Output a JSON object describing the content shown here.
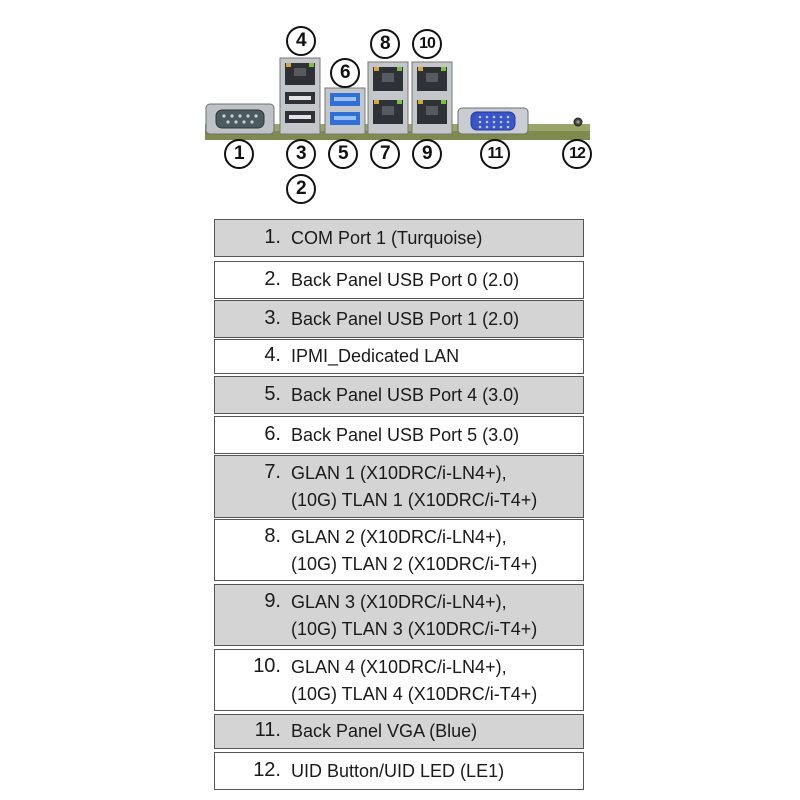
{
  "callouts": [
    "1",
    "2",
    "3",
    "4",
    "5",
    "6",
    "7",
    "8",
    "9",
    "10",
    "11",
    "12"
  ],
  "legend": [
    {
      "num": "1.",
      "lines": [
        "COM Port 1 (Turquoise)"
      ]
    },
    {
      "num": "2.",
      "lines": [
        "Back Panel USB Port 0 (2.0)"
      ]
    },
    {
      "num": "3.",
      "lines": [
        "Back Panel USB Port 1 (2.0)"
      ]
    },
    {
      "num": "4.",
      "lines": [
        "IPMI_Dedicated LAN"
      ]
    },
    {
      "num": "5.",
      "lines": [
        "Back Panel USB Port 4 (3.0)"
      ]
    },
    {
      "num": "6.",
      "lines": [
        "Back Panel USB Port 5 (3.0)"
      ]
    },
    {
      "num": "7.",
      "lines": [
        "GLAN 1 (X10DRC/i-LN4+),",
        "(10G) TLAN 1 (X10DRC/i-T4+)"
      ]
    },
    {
      "num": "8.",
      "lines": [
        "GLAN 2 (X10DRC/i-LN4+),",
        "(10G) TLAN 2 (X10DRC/i-T4+)"
      ]
    },
    {
      "num": "9.",
      "lines": [
        "GLAN 3 (X10DRC/i-LN4+),",
        "(10G) TLAN 3 (X10DRC/i-T4+)"
      ]
    },
    {
      "num": "10.",
      "lines": [
        "GLAN 4 (X10DRC/i-LN4+),",
        "(10G) TLAN 4 (X10DRC/i-T4+)"
      ]
    },
    {
      "num": "11.",
      "lines": [
        "Back Panel VGA (Blue)"
      ]
    },
    {
      "num": "12.",
      "lines": [
        "UID Button/UID LED (LE1)"
      ]
    }
  ],
  "colors": {
    "board": "#9aa56a",
    "usb3": "#2f6fd6",
    "vga": "#3a55c8",
    "row_shade": "#d4d4d4"
  }
}
